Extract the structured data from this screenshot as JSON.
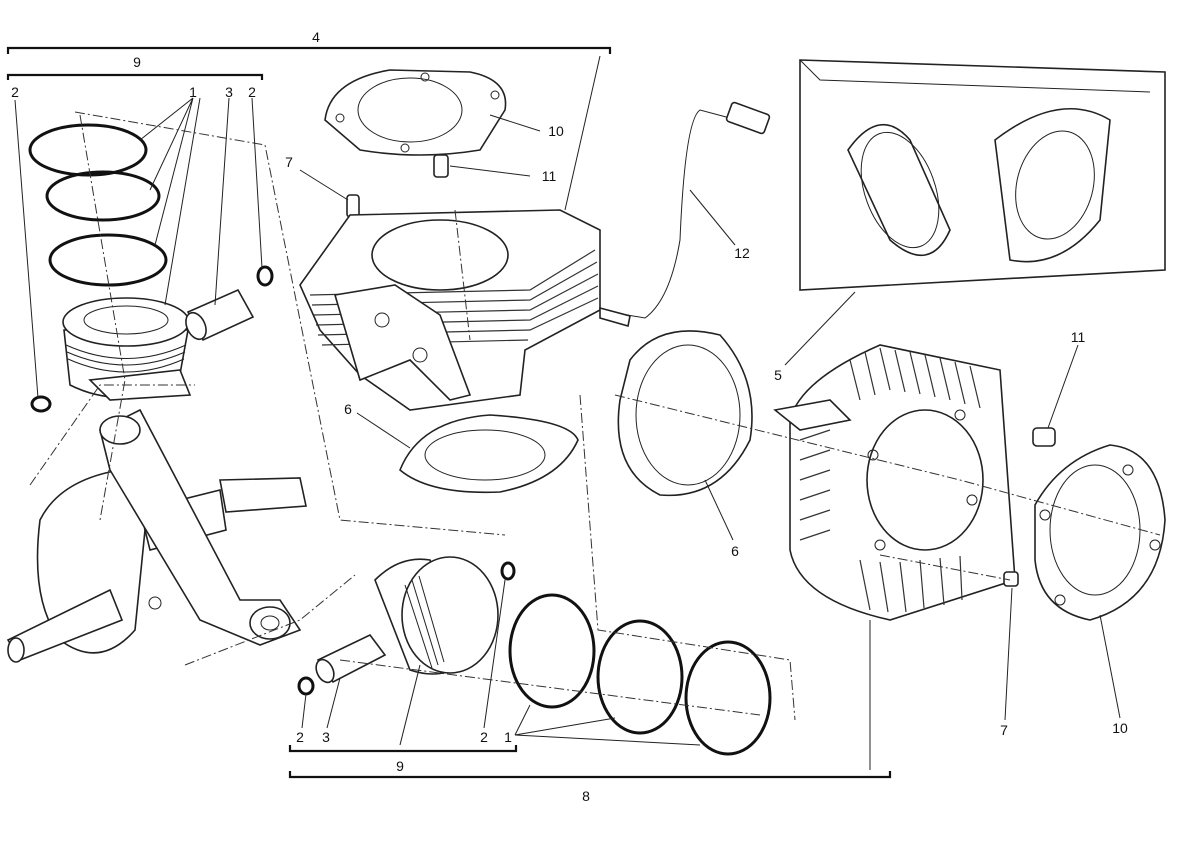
{
  "diagram": {
    "labels": {
      "assembly_4": "4",
      "group_9_top": "9",
      "circlip_2_left": "2",
      "rings_1_top": "1",
      "pin_3_top": "3",
      "circlip_2_right": "2",
      "gasket_10_top": "10",
      "bush_11_top": "11",
      "dowel_7_top": "7",
      "sensor_12": "12",
      "gasket_kit_5": "5",
      "bush_11_right": "11",
      "gasket_6_left": "6",
      "gasket_6_right": "6",
      "dowel_7_bottom": "7",
      "gasket_10_right": "10",
      "circlip_2_bottom_left": "2",
      "pin_3_bottom": "3",
      "circlip_2_bottom_right": "2",
      "rings_1_bottom": "1",
      "group_9_bottom": "9",
      "assembly_8": "8"
    }
  }
}
